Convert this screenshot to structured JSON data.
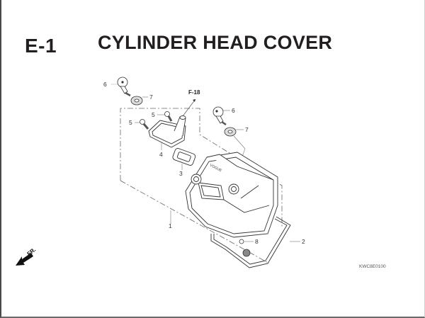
{
  "header": {
    "section_code": "E-1",
    "title": "CYLINDER HEAD COVER"
  },
  "diagram": {
    "reference_label": "F-18",
    "direction_label": "FR.",
    "drawing_code": "KWC8E0100",
    "cover_marking": "VOGUE",
    "callouts": [
      {
        "number": "1",
        "part": "cylinder-head-cover"
      },
      {
        "number": "2",
        "part": "cover-gasket"
      },
      {
        "number": "3",
        "part": "breather-gasket"
      },
      {
        "number": "4",
        "part": "breather-cover"
      },
      {
        "number": "5",
        "part": "bolt"
      },
      {
        "number": "5",
        "part": "bolt"
      },
      {
        "number": "6",
        "part": "cap-bolt"
      },
      {
        "number": "6",
        "part": "cap-bolt"
      },
      {
        "number": "7",
        "part": "rubber-washer"
      },
      {
        "number": "7",
        "part": "rubber-washer"
      },
      {
        "number": "8",
        "part": "plug"
      }
    ]
  },
  "colors": {
    "text": "#231f20",
    "line": "#555555",
    "background": "#ffffff"
  }
}
